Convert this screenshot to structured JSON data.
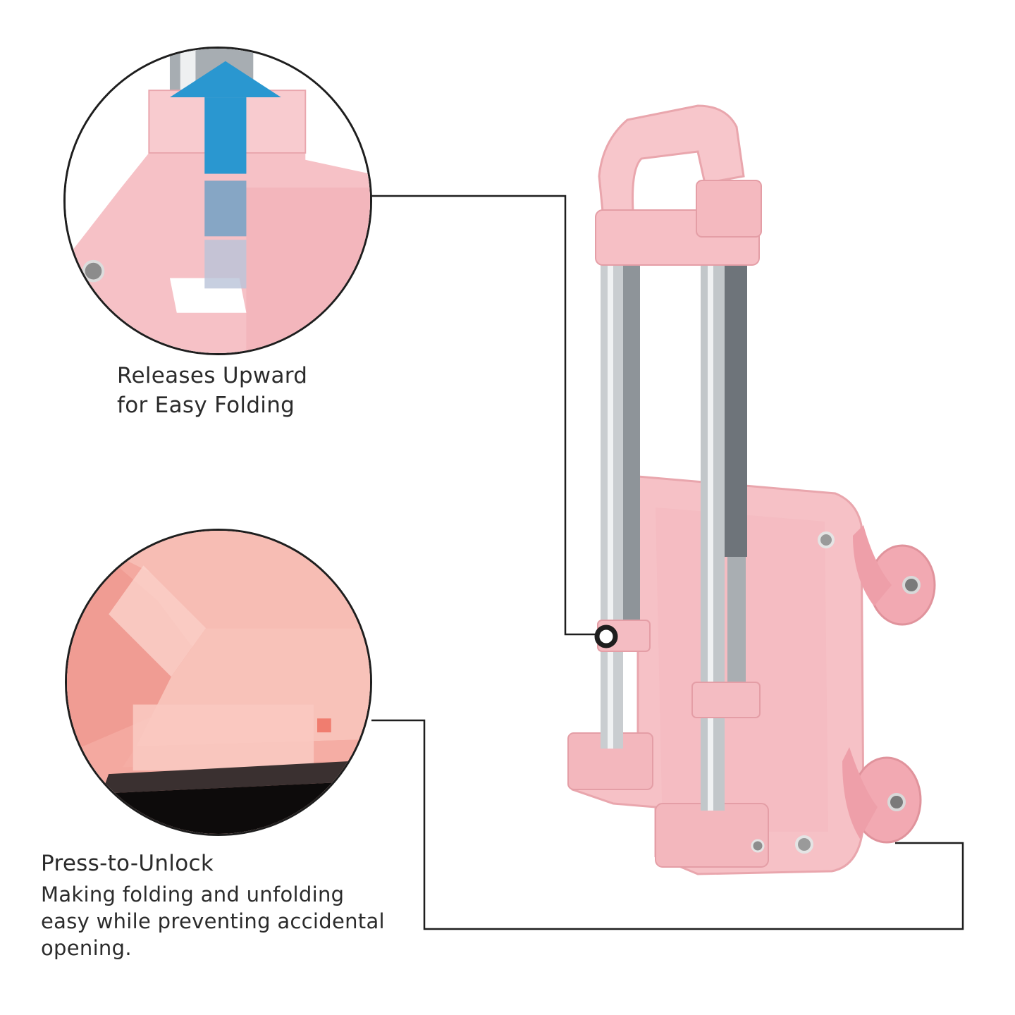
{
  "callouts": [
    {
      "lines": [
        "Releases Upward",
        "for Easy Folding"
      ]
    },
    {
      "title": "Press-to-Unlock",
      "lines": [
        "Making folding and unfolding",
        "easy while preventing accidental",
        "opening."
      ]
    }
  ],
  "colors": {
    "pink": "#f6c1c6",
    "pink_shadow": "#e9a6ad",
    "arrow_blue": "#2a97d0",
    "leader_line": "#1e1e1e",
    "metal": "#c9cdd0"
  },
  "icons": [
    "up-arrow-icon",
    "leader-dot-icon"
  ]
}
